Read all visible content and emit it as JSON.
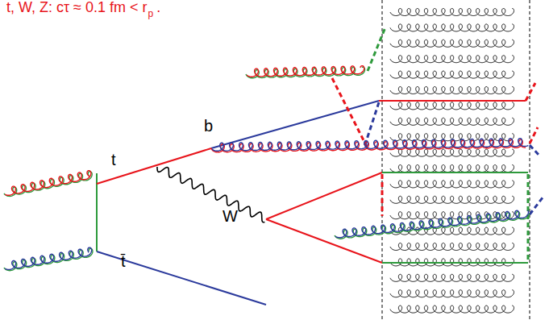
{
  "diagram": {
    "labels": [
      "t, W, Z: cτ ≈ 0.1 fm < r",
      "p",
      ".",
      "t",
      "b",
      "W",
      "t̄"
    ]
  }
}
